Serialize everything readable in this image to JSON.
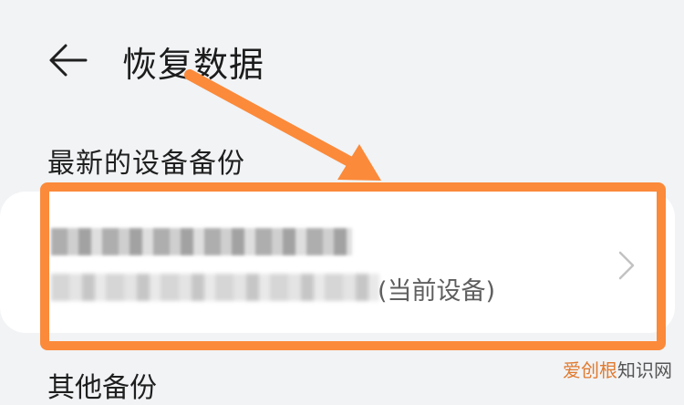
{
  "header": {
    "back_icon": "arrow-left-icon",
    "title": "恢复数据"
  },
  "latest_backup": {
    "section_title": "最新的设备备份",
    "card": {
      "device_name": "[pixelated]",
      "device_info": "[pixelated]",
      "current_device_tag": "(当前设备)",
      "chevron_icon": "chevron-right-icon"
    }
  },
  "other_backup": {
    "section_title": "其他备份"
  },
  "annotation": {
    "highlight_color": "#fb8a3a",
    "arrow_color": "#fb8a3a"
  },
  "watermark": {
    "part1": "爱创根",
    "part2": "知识网"
  }
}
